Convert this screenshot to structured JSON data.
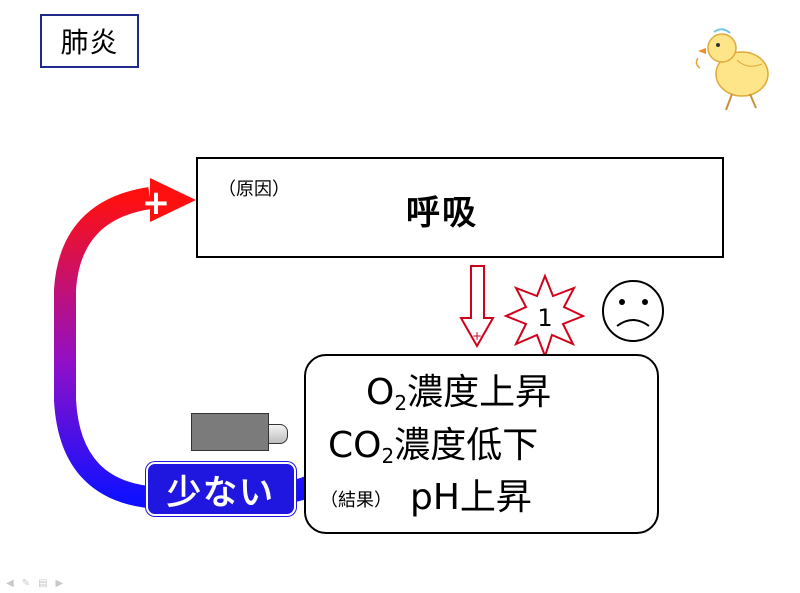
{
  "title": "肺炎",
  "cause": {
    "tag": "（原因）",
    "text": "呼吸"
  },
  "feedback": {
    "plus_sign": "+",
    "badge": "少ない"
  },
  "link": {
    "plus_sign": "+",
    "star_number": "1"
  },
  "result": {
    "tag": "（結果）",
    "lines": [
      {
        "main": "O",
        "sub": "2",
        "rest": "濃度上昇"
      },
      {
        "main": "CO",
        "sub": "2",
        "rest": "濃度低下"
      },
      {
        "main": "pH上昇",
        "sub": "",
        "rest": ""
      }
    ]
  },
  "icons": {
    "cause_trend": "up-arrow-icon",
    "sad_face": "sad-face-icon",
    "chick": "chick-sticker-icon",
    "down_arrows": "down-arrow-icon",
    "device": "battery-icon"
  },
  "colors": {
    "title_border": "#1f2a8a",
    "up_arrow": "#d0021b",
    "down_arrow": "#2a2ad8",
    "badge": "#1f17e0",
    "gradient_top": "#ff1010",
    "gradient_bottom": "#1010ff",
    "star_stroke": "#d0021b"
  }
}
